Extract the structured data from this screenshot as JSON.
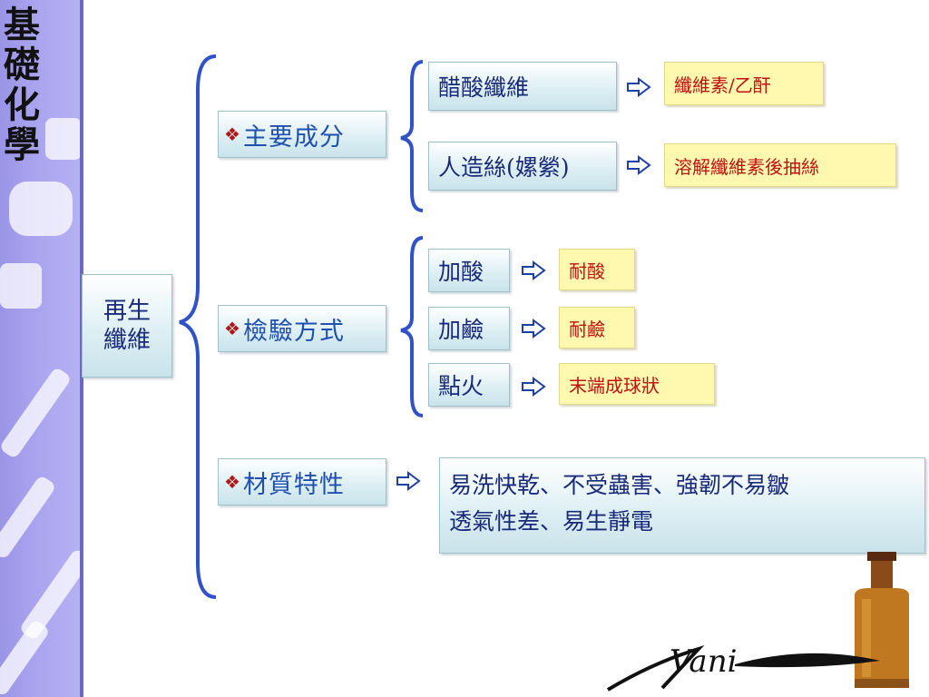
{
  "sidebar": {
    "title_chars": [
      "基",
      "礎",
      "化",
      "學"
    ]
  },
  "diagram": {
    "root": {
      "line1": "再生",
      "line2": "纖維"
    },
    "categories": [
      {
        "label": "主要成分",
        "bullet": "❖"
      },
      {
        "label": "檢驗方式",
        "bullet": "❖"
      },
      {
        "label": "材質特性",
        "bullet": "❖"
      }
    ],
    "components": [
      {
        "label": "醋酸纖維",
        "result": "纖維素/乙酐"
      },
      {
        "label": "人造絲(嫘縈)",
        "result": "溶解纖維素後抽絲"
      }
    ],
    "tests": [
      {
        "label": "加酸",
        "result": "耐酸"
      },
      {
        "label": "加鹼",
        "result": "耐鹼"
      },
      {
        "label": "點火",
        "result": "末端成球狀"
      }
    ],
    "properties": {
      "line1": "易洗快乾、不受蟲害、強韌不易皺",
      "line2": "透氣性差、易生靜電"
    },
    "arrow_glyph": "⇨"
  },
  "logo": {
    "text": "Vani"
  },
  "colors": {
    "sidebar": "#a9a3ef",
    "brace": "#2f52c8",
    "box_text": "#1a2a7a",
    "result_bg": "#fff9b0",
    "result_text": "#c01010",
    "bullet": "#b01818"
  }
}
